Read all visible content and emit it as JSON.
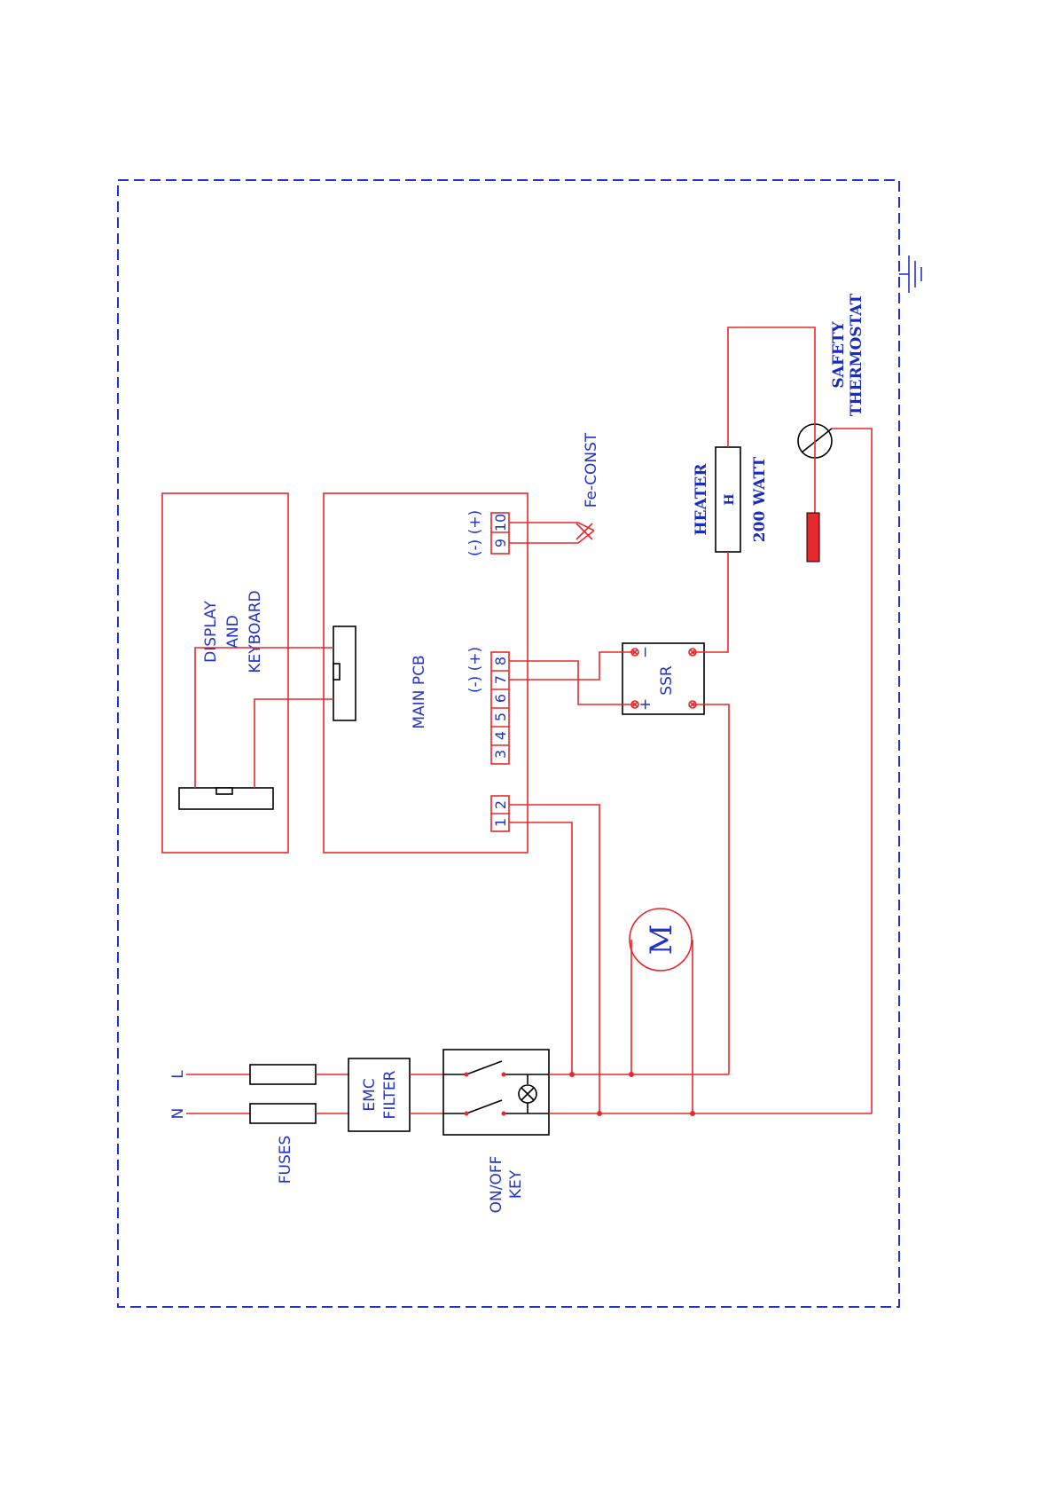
{
  "labels": {
    "display": [
      "DISPLAY",
      "AND",
      "KEYBOARD"
    ],
    "main_pcb": "MAIN PCB",
    "polarity_78": "(-) (+)",
    "polarity_910": "(-) (+)",
    "fe_const": "Fe-CONST",
    "heater": "HEATER",
    "heater_mark": "H",
    "heater_watt": "200 WATT",
    "safety": [
      "SAFETY",
      "THERMOSTAT"
    ],
    "ssr": "SSR",
    "ssr_minus": "−",
    "ssr_plus": "+",
    "motor": "M",
    "line_l": "L",
    "line_n": "N",
    "fuses": "FUSES",
    "emc": [
      "EMC",
      "FILTER"
    ],
    "onoff": [
      "ON/OFF",
      "KEY"
    ]
  },
  "terminals": [
    "1",
    "2",
    "3",
    "4",
    "5",
    "6",
    "7",
    "8",
    "9",
    "10"
  ],
  "colors": {
    "wire": "#e8282c",
    "text": "#2233cc",
    "frame": "#2233cc",
    "sensor": "#e8282c"
  }
}
